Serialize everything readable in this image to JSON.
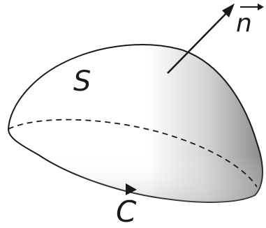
{
  "diagram": {
    "surface_label": "S",
    "boundary_label": "C",
    "normal_label": "n"
  },
  "colors": {
    "ink": "#1a1a1a",
    "shade_dark": "#8a8a8a",
    "shade_light": "#ffffff"
  }
}
